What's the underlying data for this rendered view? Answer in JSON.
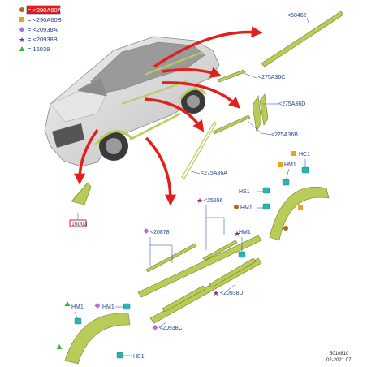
{
  "legend": [
    {
      "text": "= <290A60A",
      "highlight": true,
      "marker": "circle",
      "color": "#b5651d"
    },
    {
      "text": "= <290A60B",
      "highlight": false,
      "marker": "square",
      "color": "#f0a020"
    },
    {
      "text": "= <20938A",
      "highlight": false,
      "marker": "diamond",
      "color": "#b070e0"
    },
    {
      "text": "= <20938B",
      "highlight": false,
      "marker": "star",
      "color": "#8b2d8b"
    },
    {
      "text": "= 16038",
      "highlight": false,
      "marker": "triangle",
      "color": "#2fb54a"
    }
  ],
  "callouts": {
    "c50462": "<50462",
    "c275A36C": "<275A36C",
    "c275A36D": "<275A36D",
    "c275A36B": "<275A36B",
    "c275A36A": "<275A36A",
    "c16003": "16003",
    "c25556": "<25556",
    "c20878": "<20878",
    "c20938D": "<20938D",
    "c20938C": "<20938C",
    "hc1": "HC1",
    "hm1_a": "HM1",
    "hs1": "HS1",
    "hm1_b": "HM1",
    "hm1_c": "HM1",
    "hm1_d": "HM1",
    "hm1_e": "HM1",
    "hb1": "HB1"
  },
  "footer": {
    "code": "5010810",
    "date": "02-2021 07"
  },
  "colors": {
    "part": "#b8cc5a",
    "part_edge": "#6f7f24",
    "arrow": "#e0201c",
    "clip": "#2ab5b0",
    "text": "#1f3f8f",
    "highlight": "#e0201c"
  }
}
